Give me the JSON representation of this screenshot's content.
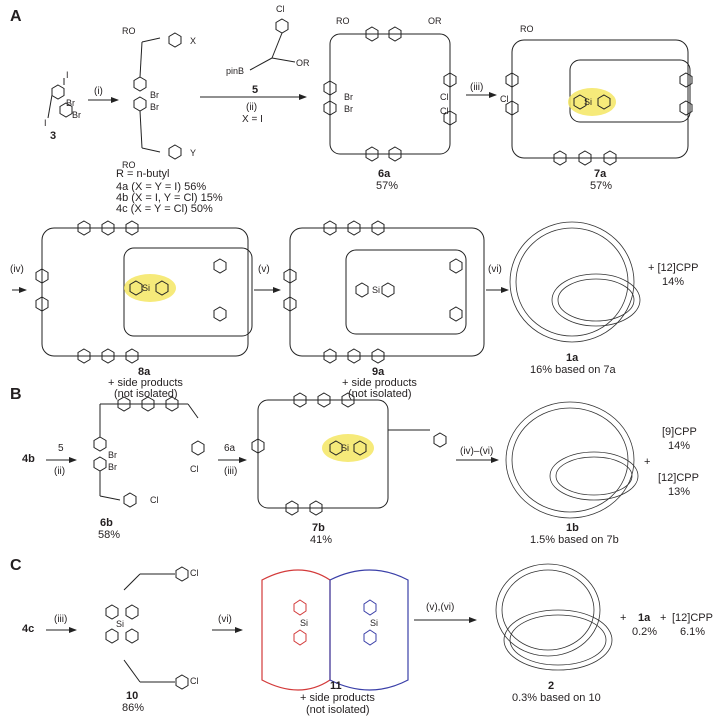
{
  "panels": {
    "a": "A",
    "b": "B",
    "c": "C"
  },
  "colors": {
    "highlight": "#f5e663",
    "red": "#d33a3a",
    "blue": "#3a3fa8",
    "line": "#222222"
  },
  "row1": {
    "cmp3": "3",
    "step1": "(i)",
    "r_def": "R = n-butyl",
    "cmp4a": "4a (X = Y = I) 56%",
    "cmp4b": "4b (X = I, Y = Cl) 15%",
    "cmp4c": "4c (X = Y = Cl) 50%",
    "reagent5": "5",
    "pinb": "pinB",
    "step2": "(ii)",
    "xi": "X = I",
    "cmp6a": "6a",
    "yield6a": "57%",
    "step3": "(iii)",
    "cmp7a": "7a",
    "yield7a": "57%"
  },
  "row2": {
    "step4": "(iv)",
    "cmp8a": "8a",
    "side8a": "+ side products",
    "ni8a": "(not isolated)",
    "step5": "(v)",
    "cmp9a": "9a",
    "side9a": "+ side products",
    "ni9a": "(not isolated)",
    "step6": "(vi)",
    "cmp1a": "1a",
    "yield1a": "16% based on 7a",
    "cpp12": "+ [12]CPP",
    "cpp12yield": "14%"
  },
  "row3": {
    "cmp4b": "4b",
    "reagent5": "5",
    "step2": "(ii)",
    "cmp6b": "6b",
    "yield6b": "58%",
    "reagent6a": "6a",
    "step3": "(iii)",
    "cmp7b": "7b",
    "yield7b": "41%",
    "steps": "(iv)–(vi)",
    "cmp1b": "1b",
    "yield1b": "1.5% based on 7b",
    "plus": "+",
    "cpp9": "[9]CPP",
    "cpp9yield": "14%",
    "cpp12": "[12]CPP",
    "cpp12yield": "13%"
  },
  "row4": {
    "cmp4c": "4c",
    "step3": "(iii)",
    "cmp10": "10",
    "yield10": "86%",
    "step6": "(vi)",
    "cmp11": "11",
    "side11": "+ side products",
    "ni11": "(not isolated)",
    "steps": "(v),(vi)",
    "cmp2": "2",
    "yield2": "0.3% based on 10",
    "plus1": "+",
    "cmp1a": "1a",
    "yield1a": "0.2%",
    "plus2": "+",
    "cpp12": "[12]CPP",
    "cpp12yield": "6.1%"
  },
  "atoms": {
    "i": "I",
    "br": "Br",
    "cl": "Cl",
    "x": "X",
    "y": "Y",
    "ro": "RO",
    "or": "OR",
    "si": "Si"
  }
}
